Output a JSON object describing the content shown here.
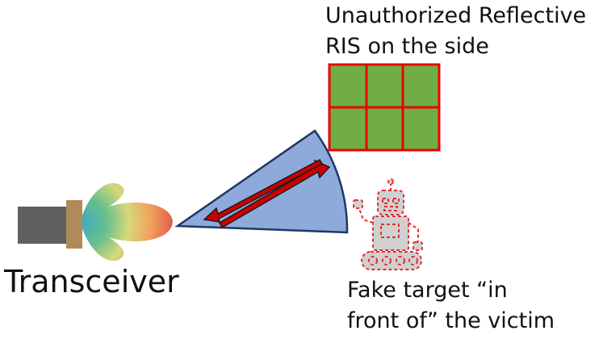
{
  "labels": {
    "ris_line1": "Unauthorized Reflective",
    "ris_line2": "RIS on the side",
    "transceiver": "Transceiver",
    "fake_line1": "Fake target “in",
    "fake_line2": "front of” the victim"
  },
  "ris_grid": {
    "rows": 2,
    "cols": 3
  },
  "colors": {
    "ris_fill": "#70ad47",
    "ris_border": "#ee0000",
    "sector_fill": "#8eaadb",
    "sector_stroke": "#1f3864",
    "arrow": "#cc0000",
    "horn_body": "#5f5f5f",
    "horn_flange": "#b08a5a",
    "robot_fill": "#d0d0d0",
    "robot_outline": "#e03030"
  }
}
